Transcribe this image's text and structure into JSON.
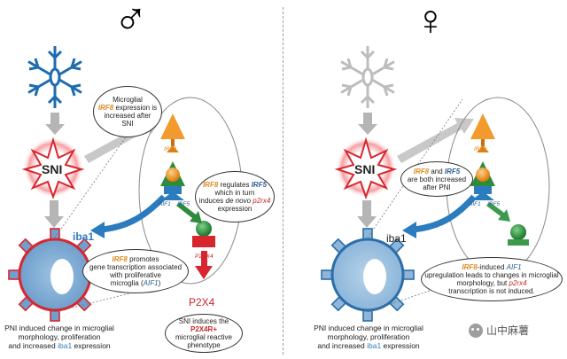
{
  "left": {
    "symbol": "♂",
    "sni": "SNI",
    "iba1": "iba1",
    "p2x4": "P2X4",
    "irf8_label": "IRF8",
    "aif1_label": "AIF1",
    "irf5_label": "IRF5",
    "p2rx4_label": "P2RX4",
    "bubble1": {
      "l1": "Microglial",
      "irf8": "IRF8",
      "l2": "expression is",
      "l3": "increased after",
      "l4": "SNI"
    },
    "bubble2": {
      "irf8": "IRF8",
      "l1a": "regulates",
      "irf5": "IRF5",
      "l2": "which in turn",
      "l3a": "induces",
      "denovo": "de novo",
      "p2rx4": "p2rx4",
      "l4": "expression"
    },
    "bubble3": {
      "irf8": "IRF8",
      "l1": "promotes",
      "l2": "gene transcription associated",
      "l3": "with proliferative",
      "l4a": "microglia (",
      "aif1": "AIF1",
      "l4b": ")"
    },
    "bubble4": {
      "l1": "SNI induces the",
      "l2": "P2X4R+",
      "l3": "microglial reactive",
      "l4": "phenotype"
    },
    "caption": {
      "l1": "PNI induced change in microglial",
      "l2": "morphology, proliferation",
      "l3a": "and increased ",
      "l3b": "iba1",
      "l3c": " expression"
    }
  },
  "right": {
    "symbol": "♀",
    "sni": "SNI",
    "iba1": "iba1",
    "irf8_label": "IRF8",
    "aif1_label": "AIF1",
    "irf5_label": "IRF5",
    "bubble1": {
      "irf8": "IRF8",
      "and": "and",
      "irf5": "IRF5",
      "l2": "are both increased",
      "l3": "after PNI"
    },
    "bubble2": {
      "irf8": "IRF8",
      "l1": "-induced",
      "aif1": "AIF1",
      "l2": "upregulation leads to changes in microglial",
      "l3a": "morphology, but",
      "p2rx4": "p2rx4",
      "l4": "transcription is not induced."
    },
    "caption": {
      "l1": "PNI induced change in microglial",
      "l2": "morphology, proliferation",
      "l3a": "and increased ",
      "l3b": "iba1",
      "l3c": " expression"
    }
  },
  "watermark": "山中麻薯",
  "colors": {
    "snowflake_male": "#1e6bb0",
    "snowflake_female": "#bdbdbd",
    "sni_red": "#d7262e",
    "irf8_orange": "#f39a2e",
    "irf5_blue": "#2b7bbf",
    "p2x4_red": "#d7262e",
    "green": "#2e8b3e"
  }
}
